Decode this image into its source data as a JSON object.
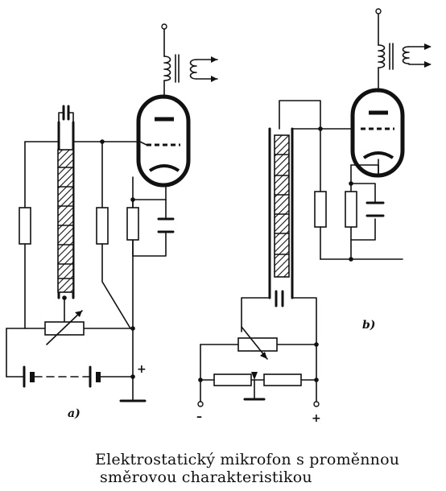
{
  "caption": {
    "line1": "Elektrostatický mikrofon s proměnnou",
    "line2": "směrovou charakteristikou"
  },
  "labels": {
    "a": "a)",
    "b": "b)",
    "plus_a": "+",
    "plus_b": "+",
    "minus_b": "–"
  }
}
